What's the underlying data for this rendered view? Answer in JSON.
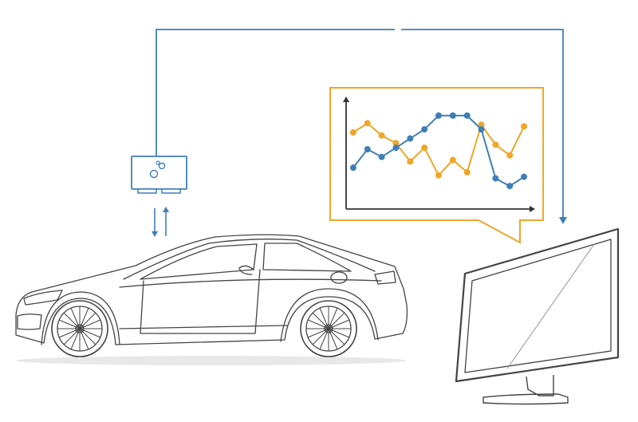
{
  "colors": {
    "blue": "#3f7fb7",
    "orange": "#f0a628",
    "line_art": "#444444",
    "shadow": "#e6e6e6"
  },
  "icons": {
    "device": "data-logger-box-icon",
    "arrows": "bidirectional-transfer-arrows-icon",
    "car": "sports-coupe-line-art-icon",
    "monitor": "computer-monitor-icon"
  },
  "chart_data": {
    "type": "line",
    "x": [
      1,
      2,
      3,
      4,
      5,
      6,
      7,
      8,
      9,
      10,
      11,
      12,
      13
    ],
    "series": [
      {
        "color": "#f0a628",
        "values": [
          5.0,
          5.6,
          4.8,
          4.3,
          3.1,
          4.0,
          2.2,
          3.2,
          2.4,
          5.5,
          4.2,
          3.5,
          5.4
        ]
      },
      {
        "color": "#3f7fb7",
        "values": [
          2.7,
          3.9,
          3.4,
          4.0,
          4.6,
          5.2,
          6.1,
          6.1,
          6.1,
          5.2,
          2.0,
          1.5,
          2.1
        ]
      }
    ],
    "xlim": [
      0.5,
      13.5
    ],
    "ylim": [
      0,
      7.5
    ],
    "grid": false,
    "axis_arrows": true
  }
}
